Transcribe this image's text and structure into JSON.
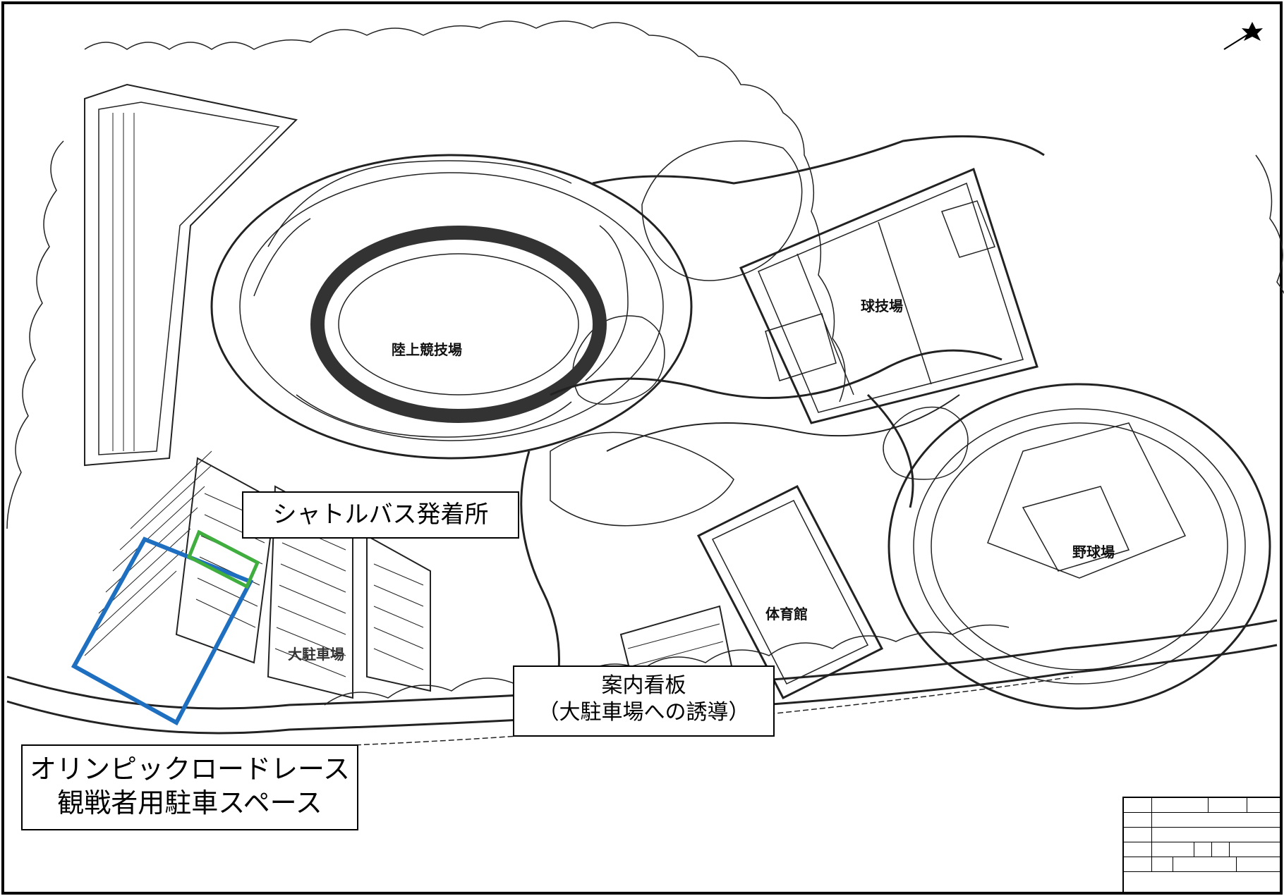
{
  "facilities": {
    "athletics_stadium": "陸上競技場",
    "ball_field": "球技場",
    "baseball_stadium": "野球場",
    "gymnasium": "体育館",
    "large_parking": "大駐車場"
  },
  "callouts": {
    "shuttle_bus": "シャトルバス発着所",
    "signboard_line1": "案内看板",
    "signboard_line2": "（大駐車場への誘導）",
    "olympic_line1": "オリンピックロードレース",
    "olympic_line2": "観戦者用駐車スペース"
  },
  "colors": {
    "olympic_parking_outline": "#1f6fc1",
    "shuttle_bus_outline": "#3fae3f",
    "drawing_ink": "#222222"
  },
  "icons": {
    "north_arrow": "north-arrow-icon"
  }
}
